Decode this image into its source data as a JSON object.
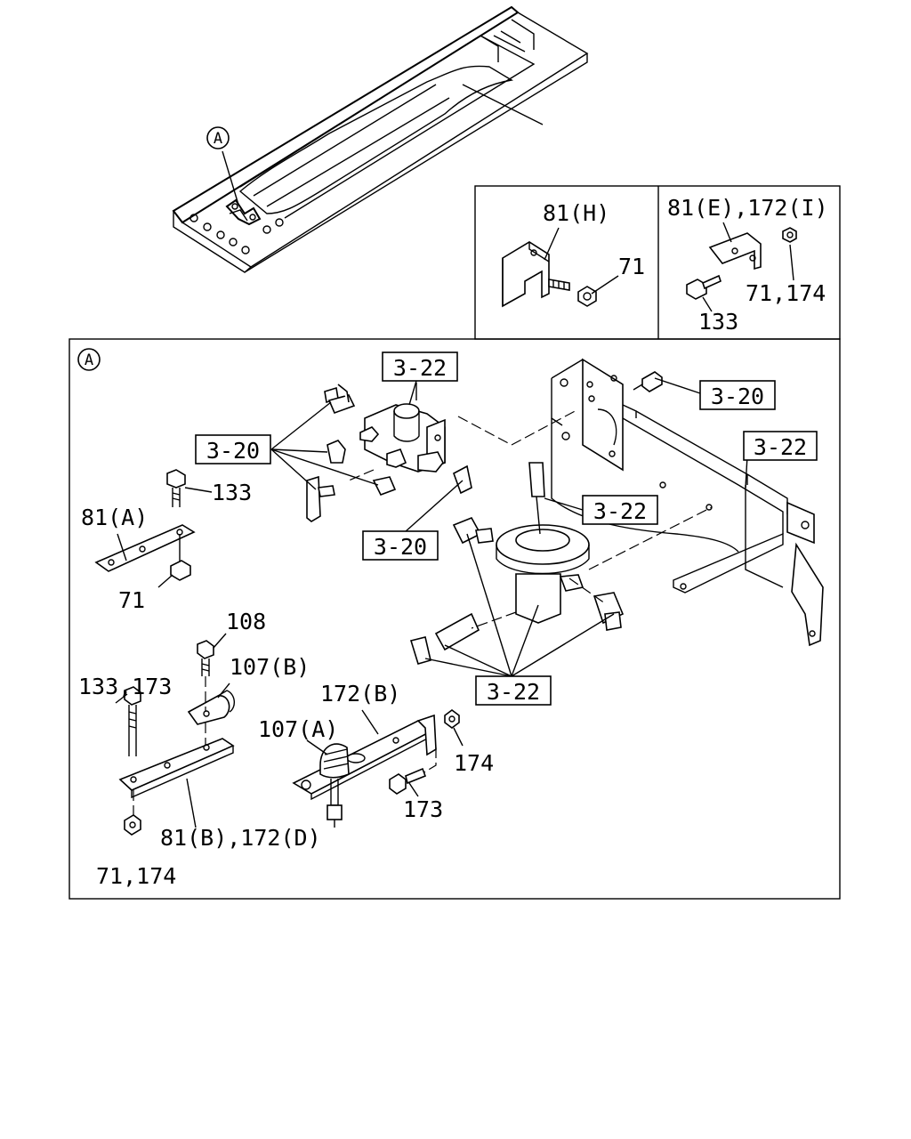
{
  "view_marker": "A",
  "inset_h": {
    "bracket": "81(H)",
    "nut": "71"
  },
  "inset_e": {
    "bracket": "81(E),172(I)",
    "nut": "71,174",
    "bolt": "133"
  },
  "detail_a": {
    "marker": "A",
    "ref_3_22_top": "3-22",
    "ref_3_20_right": "3-20",
    "ref_3_20_left": "3-20",
    "ref_3_22_far_right": "3-22",
    "ref_3_22_mid": "3-22",
    "ref_3_20_low": "3-20",
    "ref_3_22_bottom": "3-22",
    "bolt_133": "133",
    "bracket_81a": "81(A)",
    "nut_71": "71",
    "bolt_108": "108",
    "clip_107b": "107(B)",
    "bolt_133_173": "133,173",
    "bracket_172b": "172(B)",
    "clip_107a": "107(A)",
    "nut_174": "174",
    "bolt_173": "173",
    "bracket_81b": "81(B),172(D)",
    "nut_71_174": "71,174"
  }
}
